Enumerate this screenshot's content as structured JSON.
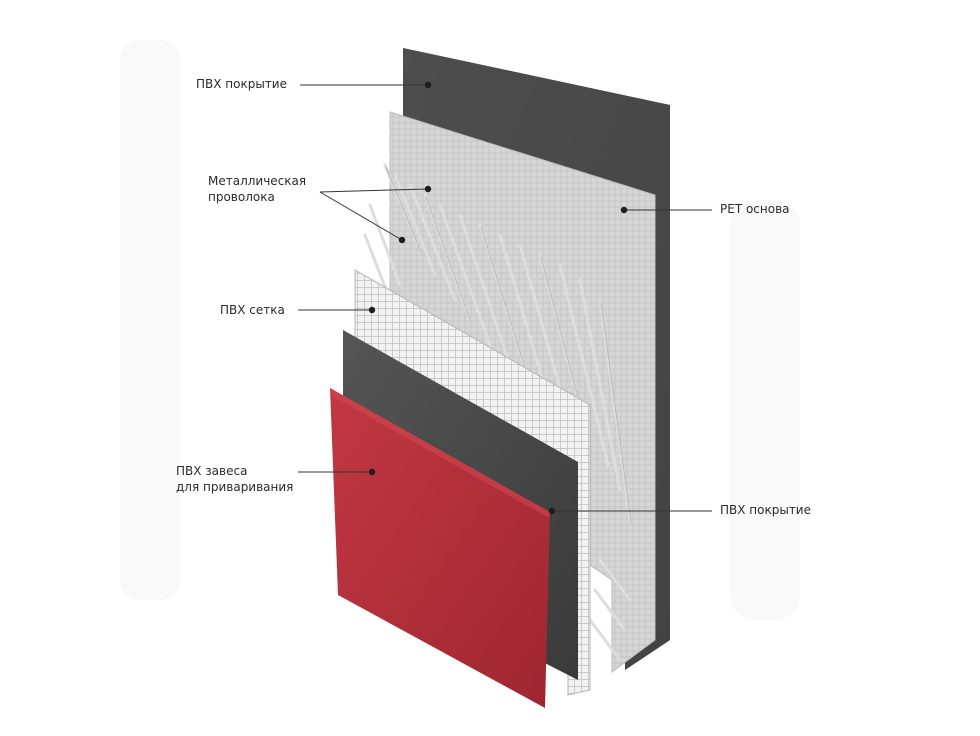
{
  "labels": {
    "pvc_top": "ПВХ покрытие",
    "wire_line1": "Металлическая",
    "wire_line2": "проволока",
    "pet_base": "PET основа",
    "pvc_mesh": "ПВХ сетка",
    "curtain_line1": "ПВХ завеса",
    "curtain_line2": "для приваривания",
    "pvc_bottom": "ПВХ покрытие"
  },
  "colors": {
    "pvc_coating": "#4a4a4a",
    "pet_base": "#cfcfcf",
    "wire": "#e6e6e6",
    "mesh": "#e9e9e9",
    "curtain": "#b3303a",
    "leader": "#333333"
  }
}
